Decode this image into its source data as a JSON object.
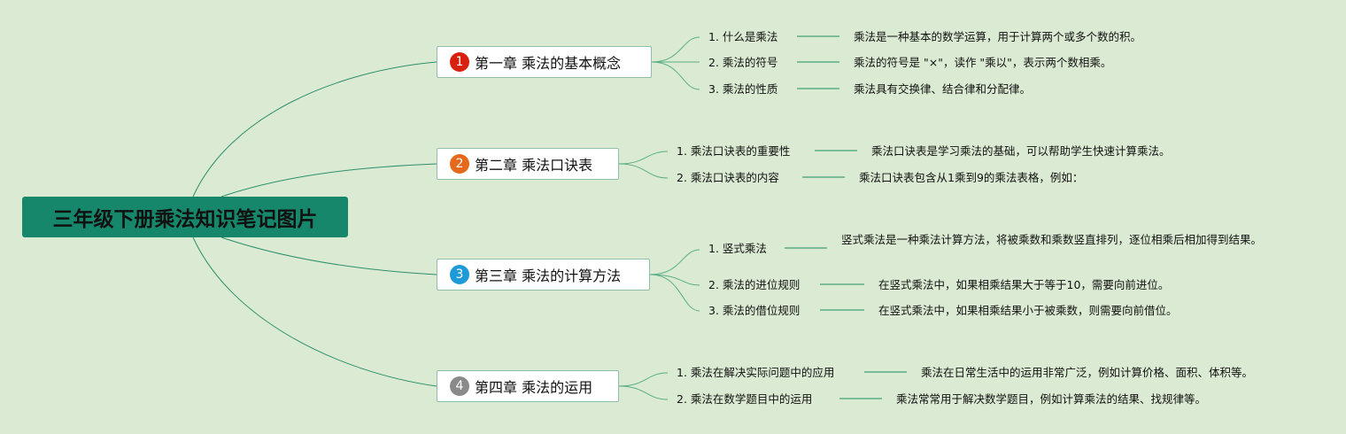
{
  "root": "三年级下册乘法知识笔记图片",
  "chapters": [
    {
      "num": "1",
      "title": "第一章 乘法的基本概念",
      "color": "#d7200e",
      "items": [
        {
          "label": "1. 什么是乘法",
          "text": "乘法是一种基本的数学运算，用于计算两个或多个数的积。"
        },
        {
          "label": "2. 乘法的符号",
          "text": "乘法的符号是 \"×\"，读作 \"乘以\"，表示两个数相乘。"
        },
        {
          "label": "3. 乘法的性质",
          "text": "乘法具有交换律、结合律和分配律。"
        }
      ]
    },
    {
      "num": "2",
      "title": "第二章 乘法口诀表",
      "color": "#e5691a",
      "items": [
        {
          "label": "1. 乘法口诀表的重要性",
          "text": "乘法口诀表是学习乘法的基础，可以帮助学生快速计算乘法。"
        },
        {
          "label": "2. 乘法口诀表的内容",
          "text": "乘法口诀表包含从1乘到9的乘法表格，例如："
        }
      ]
    },
    {
      "num": "3",
      "title": "第三章 乘法的计算方法",
      "color": "#1e9ad9",
      "items": [
        {
          "label": "1. 竖式乘法",
          "text": "竖式乘法是一种乘法计算方法，将被乘数和乘数竖直排列，逐位相乘后相加得到结果。"
        },
        {
          "label": "2. 乘法的进位规则",
          "text": "在竖式乘法中，如果相乘结果大于等于10，需要向前进位。"
        },
        {
          "label": "3. 乘法的借位规则",
          "text": "在竖式乘法中，如果相乘结果小于被乘数，则需要向前借位。"
        }
      ]
    },
    {
      "num": "4",
      "title": "第四章 乘法的运用",
      "color": "#8a8a8a",
      "items": [
        {
          "label": "1. 乘法在解决实际问题中的应用",
          "text": "乘法在日常生活中的运用非常广泛，例如计算价格、面积、体积等。"
        },
        {
          "label": "2. 乘法在数学题目中的运用",
          "text": "乘法常常用于解决数学题目，例如计算乘法的结果、找规律等。"
        }
      ]
    }
  ]
}
